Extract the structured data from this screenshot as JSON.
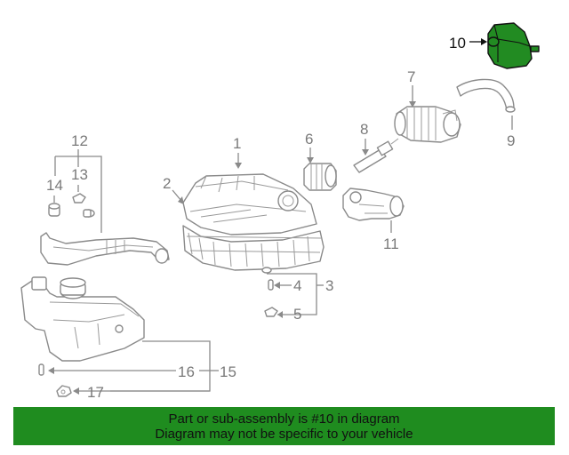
{
  "colors": {
    "highlight": "#228b22",
    "banner_bg": "#1f8c1f",
    "line": "#8a8a8a",
    "text": "#111111"
  },
  "callouts": {
    "c1": "1",
    "c2": "2",
    "c3": "3",
    "c4": "4",
    "c5": "5",
    "c6": "6",
    "c7": "7",
    "c8": "8",
    "c9": "9",
    "c10": "10",
    "c11": "11",
    "c12": "12",
    "c13": "13",
    "c14": "14",
    "c15": "15",
    "c16": "16",
    "c17": "17"
  },
  "banner": {
    "line1": "Part or sub-assembly is #10 in diagram",
    "line2": "Diagram may not be specific to your vehicle"
  }
}
